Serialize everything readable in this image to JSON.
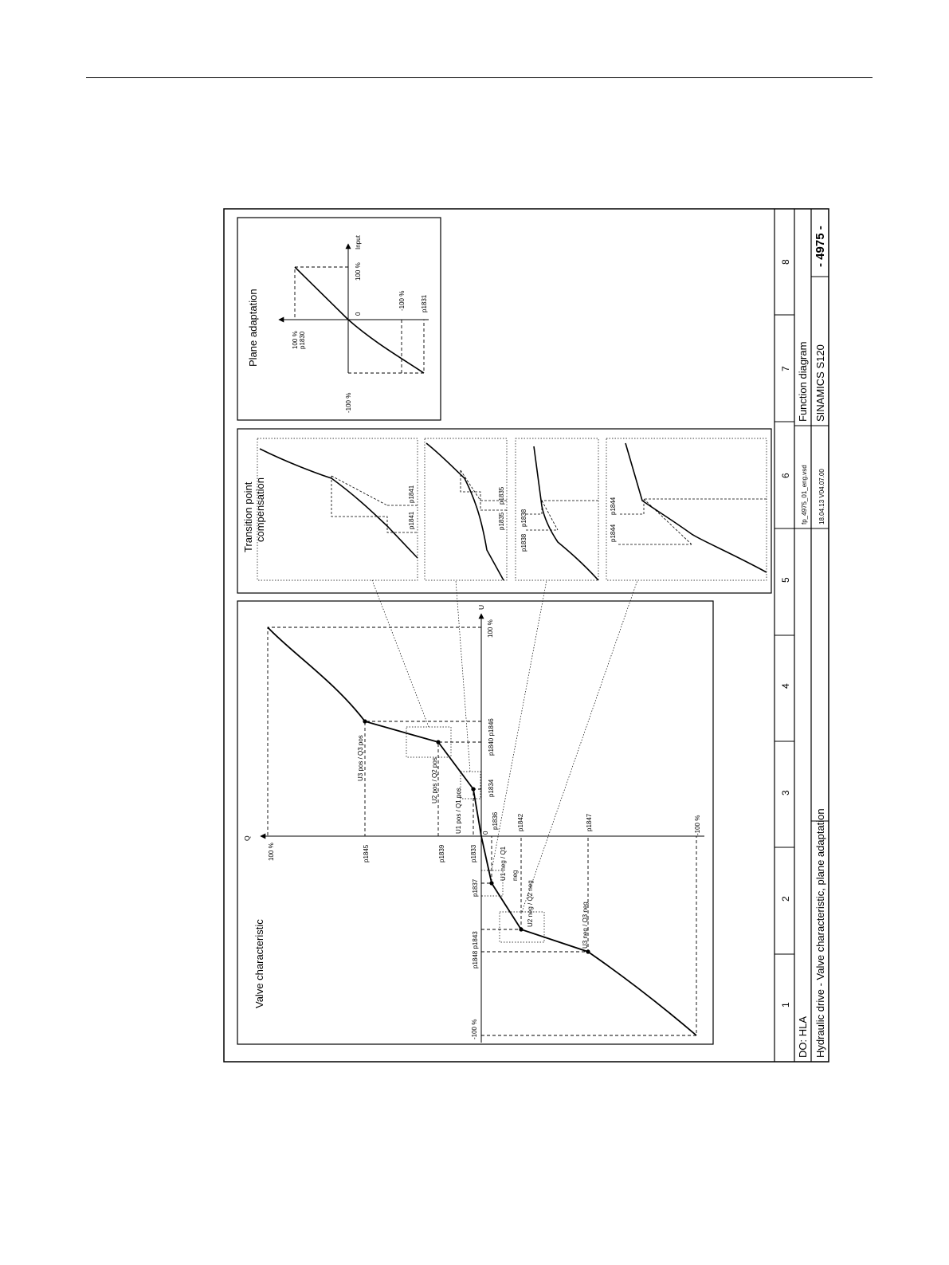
{
  "sheet": {
    "columns": [
      "1",
      "2",
      "3",
      "4",
      "5",
      "6",
      "7",
      "8"
    ],
    "do_label": "DO: HLA",
    "title": "Hydraulic drive - Valve characteristic, plane adaptation",
    "file": "fp_4975_01_eng.vsd",
    "date_version": "18.04.13  V04.07.00",
    "doc_type": "Function diagram",
    "product": "SINAMICS S120",
    "page": "- 4975 -"
  },
  "valve": {
    "title": "Valve characteristic",
    "axis_q": "Q",
    "axis_u": "U",
    "pos100_u": "100 %",
    "neg100_u": "-100 %",
    "pos100_q": "100 %",
    "neg100_q": "-100 %",
    "zero": "0",
    "points": {
      "u3pos": "U3 pos / Q3 pos",
      "u2pos": "U2 pos / Q2 pos",
      "u1pos": "U1 pos / Q1 pos",
      "u1neg_a": "U1 neg / Q1",
      "u1neg_b": "neg",
      "u2neg": "U2 neg / Q2 neg",
      "u3neg": "U3 neg / Q3 neg"
    },
    "params": {
      "p1845": "p1845",
      "p1839": "p1839",
      "p1833": "p1833",
      "p1837": "p1837",
      "p1848_p1843": "p1848 p1843",
      "p1836": "p1836",
      "p1834": "p1834",
      "p1840_p1846": "p1840  p1846",
      "p1842": "p1842",
      "p1847": "p1847"
    }
  },
  "transition": {
    "title_1": "Transition point",
    "title_2": "compensation",
    "z1_a": "p1841",
    "z1_b": "p1841",
    "z2_a": "p1835",
    "z2_b": "p1835",
    "z3_a": "p1838",
    "z3_b": "p1838",
    "z4_a": "p1844",
    "z4_b": "p1844"
  },
  "plane": {
    "title": "Plane adaptation",
    "y_100": "100 %",
    "y_param": "p1830",
    "zero": "0",
    "x_100": "100 %",
    "x_input": "Input",
    "x_neg100": "-100 %",
    "y_neg100_param": "p1831",
    "y_neg100": "-100 %"
  }
}
